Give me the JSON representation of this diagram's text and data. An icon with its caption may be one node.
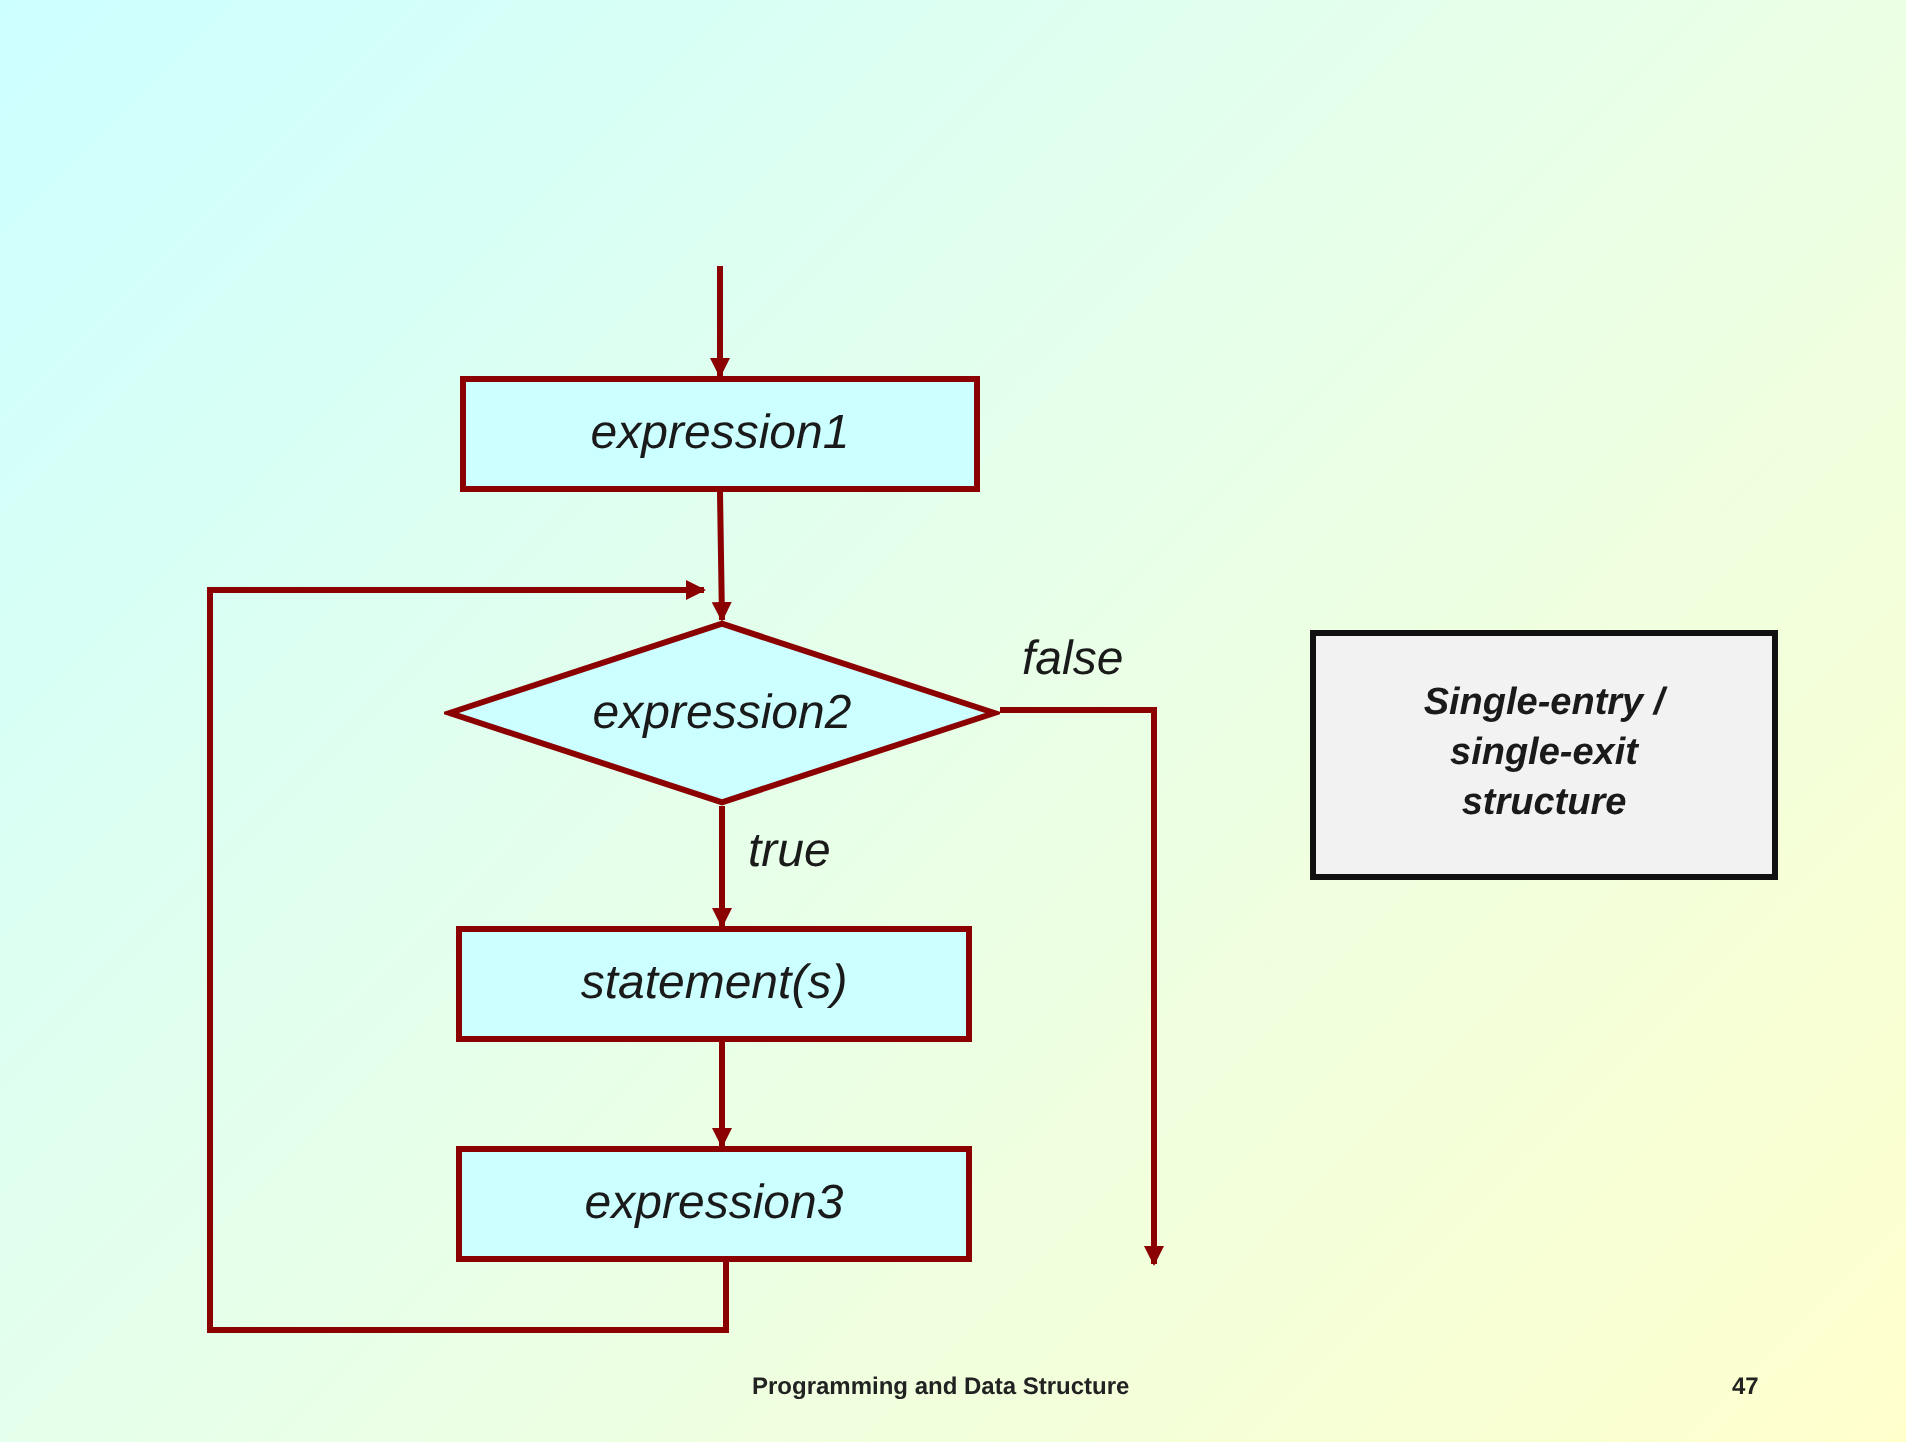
{
  "diagram": {
    "nodes": [
      {
        "text": [
          "expression1"
        ]
      },
      {
        "text": [
          "expression2"
        ]
      },
      {
        "text": [
          "statement(s)"
        ]
      },
      {
        "text": [
          "expression3"
        ]
      },
      {
        "text": [
          "Single-entry / single-exit structure"
        ]
      }
    ],
    "edges": [
      {
        "from": null,
        "to": 0,
        "arrow": "to"
      },
      {
        "from": 0,
        "to": 1,
        "arrow": "to"
      },
      {
        "from": 1,
        "to": 2,
        "arrow": "to",
        "label": "true"
      },
      {
        "from": 2,
        "to": 3,
        "arrow": "to"
      },
      {
        "from": 3,
        "to": 1,
        "arrow": "to"
      },
      {
        "from": 1,
        "to": null,
        "arrow": "to",
        "label": "false"
      }
    ],
    "labels": [
      "Programming and Data Structure",
      "47"
    ]
  }
}
